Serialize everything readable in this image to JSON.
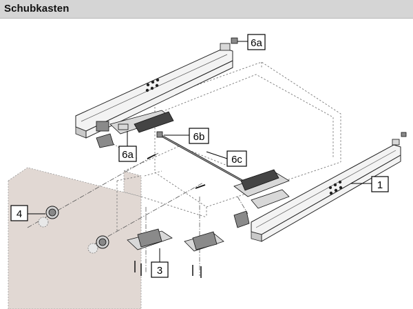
{
  "header": {
    "title": "Schubkasten"
  },
  "callouts": {
    "label_6a_top": "6a",
    "label_6a_left": "6a",
    "label_6b": "6b",
    "label_6c": "6c",
    "label_1": "1",
    "label_3": "3",
    "label_4": "4"
  },
  "colors": {
    "header_bg": "#d5d5d5",
    "front_panel": "#e1d8d3",
    "line": "#000000"
  }
}
